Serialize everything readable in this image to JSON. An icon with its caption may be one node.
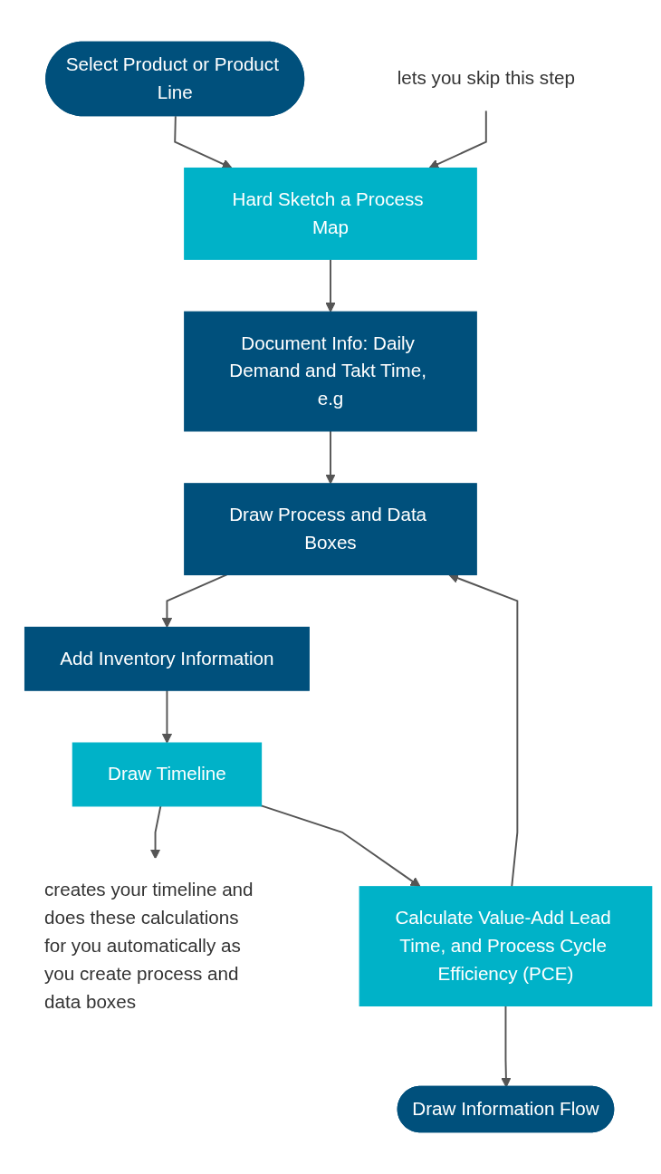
{
  "diagram": {
    "nodes": [
      {
        "text": [
          "Select Product or Product Line"
        ]
      },
      {
        "text": [
          "Hard Sketch a Process Map"
        ]
      },
      {
        "text": [
          "lets you skip this step"
        ]
      },
      {
        "text": [
          "Document Info: Daily Demand and Takt Time, e.g"
        ]
      },
      {
        "text": [
          "Draw Process and Data Boxes"
        ]
      },
      {
        "text": [
          "Add Inventory Information"
        ]
      },
      {
        "text": [
          "Draw Timeline"
        ]
      },
      {
        "text": [
          "creates your timeline and does these calculations for you automatically as you create process and data boxes"
        ]
      },
      {
        "text": [
          "Calculate Value-Add Lead Time, and Process Cycle Efficiency (PCE)"
        ]
      },
      {
        "text": [
          "Draw Information Flow"
        ]
      }
    ],
    "edges": [
      {
        "from": 0,
        "to": 1,
        "arrow": "to"
      },
      {
        "from": 2,
        "to": 1,
        "arrow": "to"
      },
      {
        "from": 1,
        "to": 3,
        "arrow": "to"
      },
      {
        "from": 3,
        "to": 4,
        "arrow": "to"
      },
      {
        "from": 4,
        "to": 5,
        "arrow": "to"
      },
      {
        "from": 5,
        "to": 6,
        "arrow": "to"
      },
      {
        "from": 6,
        "to": 7,
        "arrow": "to"
      },
      {
        "from": 6,
        "to": 8,
        "arrow": "to"
      },
      {
        "from": 8,
        "to": 4,
        "arrow": "to"
      },
      {
        "from": 8,
        "to": 9,
        "arrow": "to"
      }
    ]
  }
}
